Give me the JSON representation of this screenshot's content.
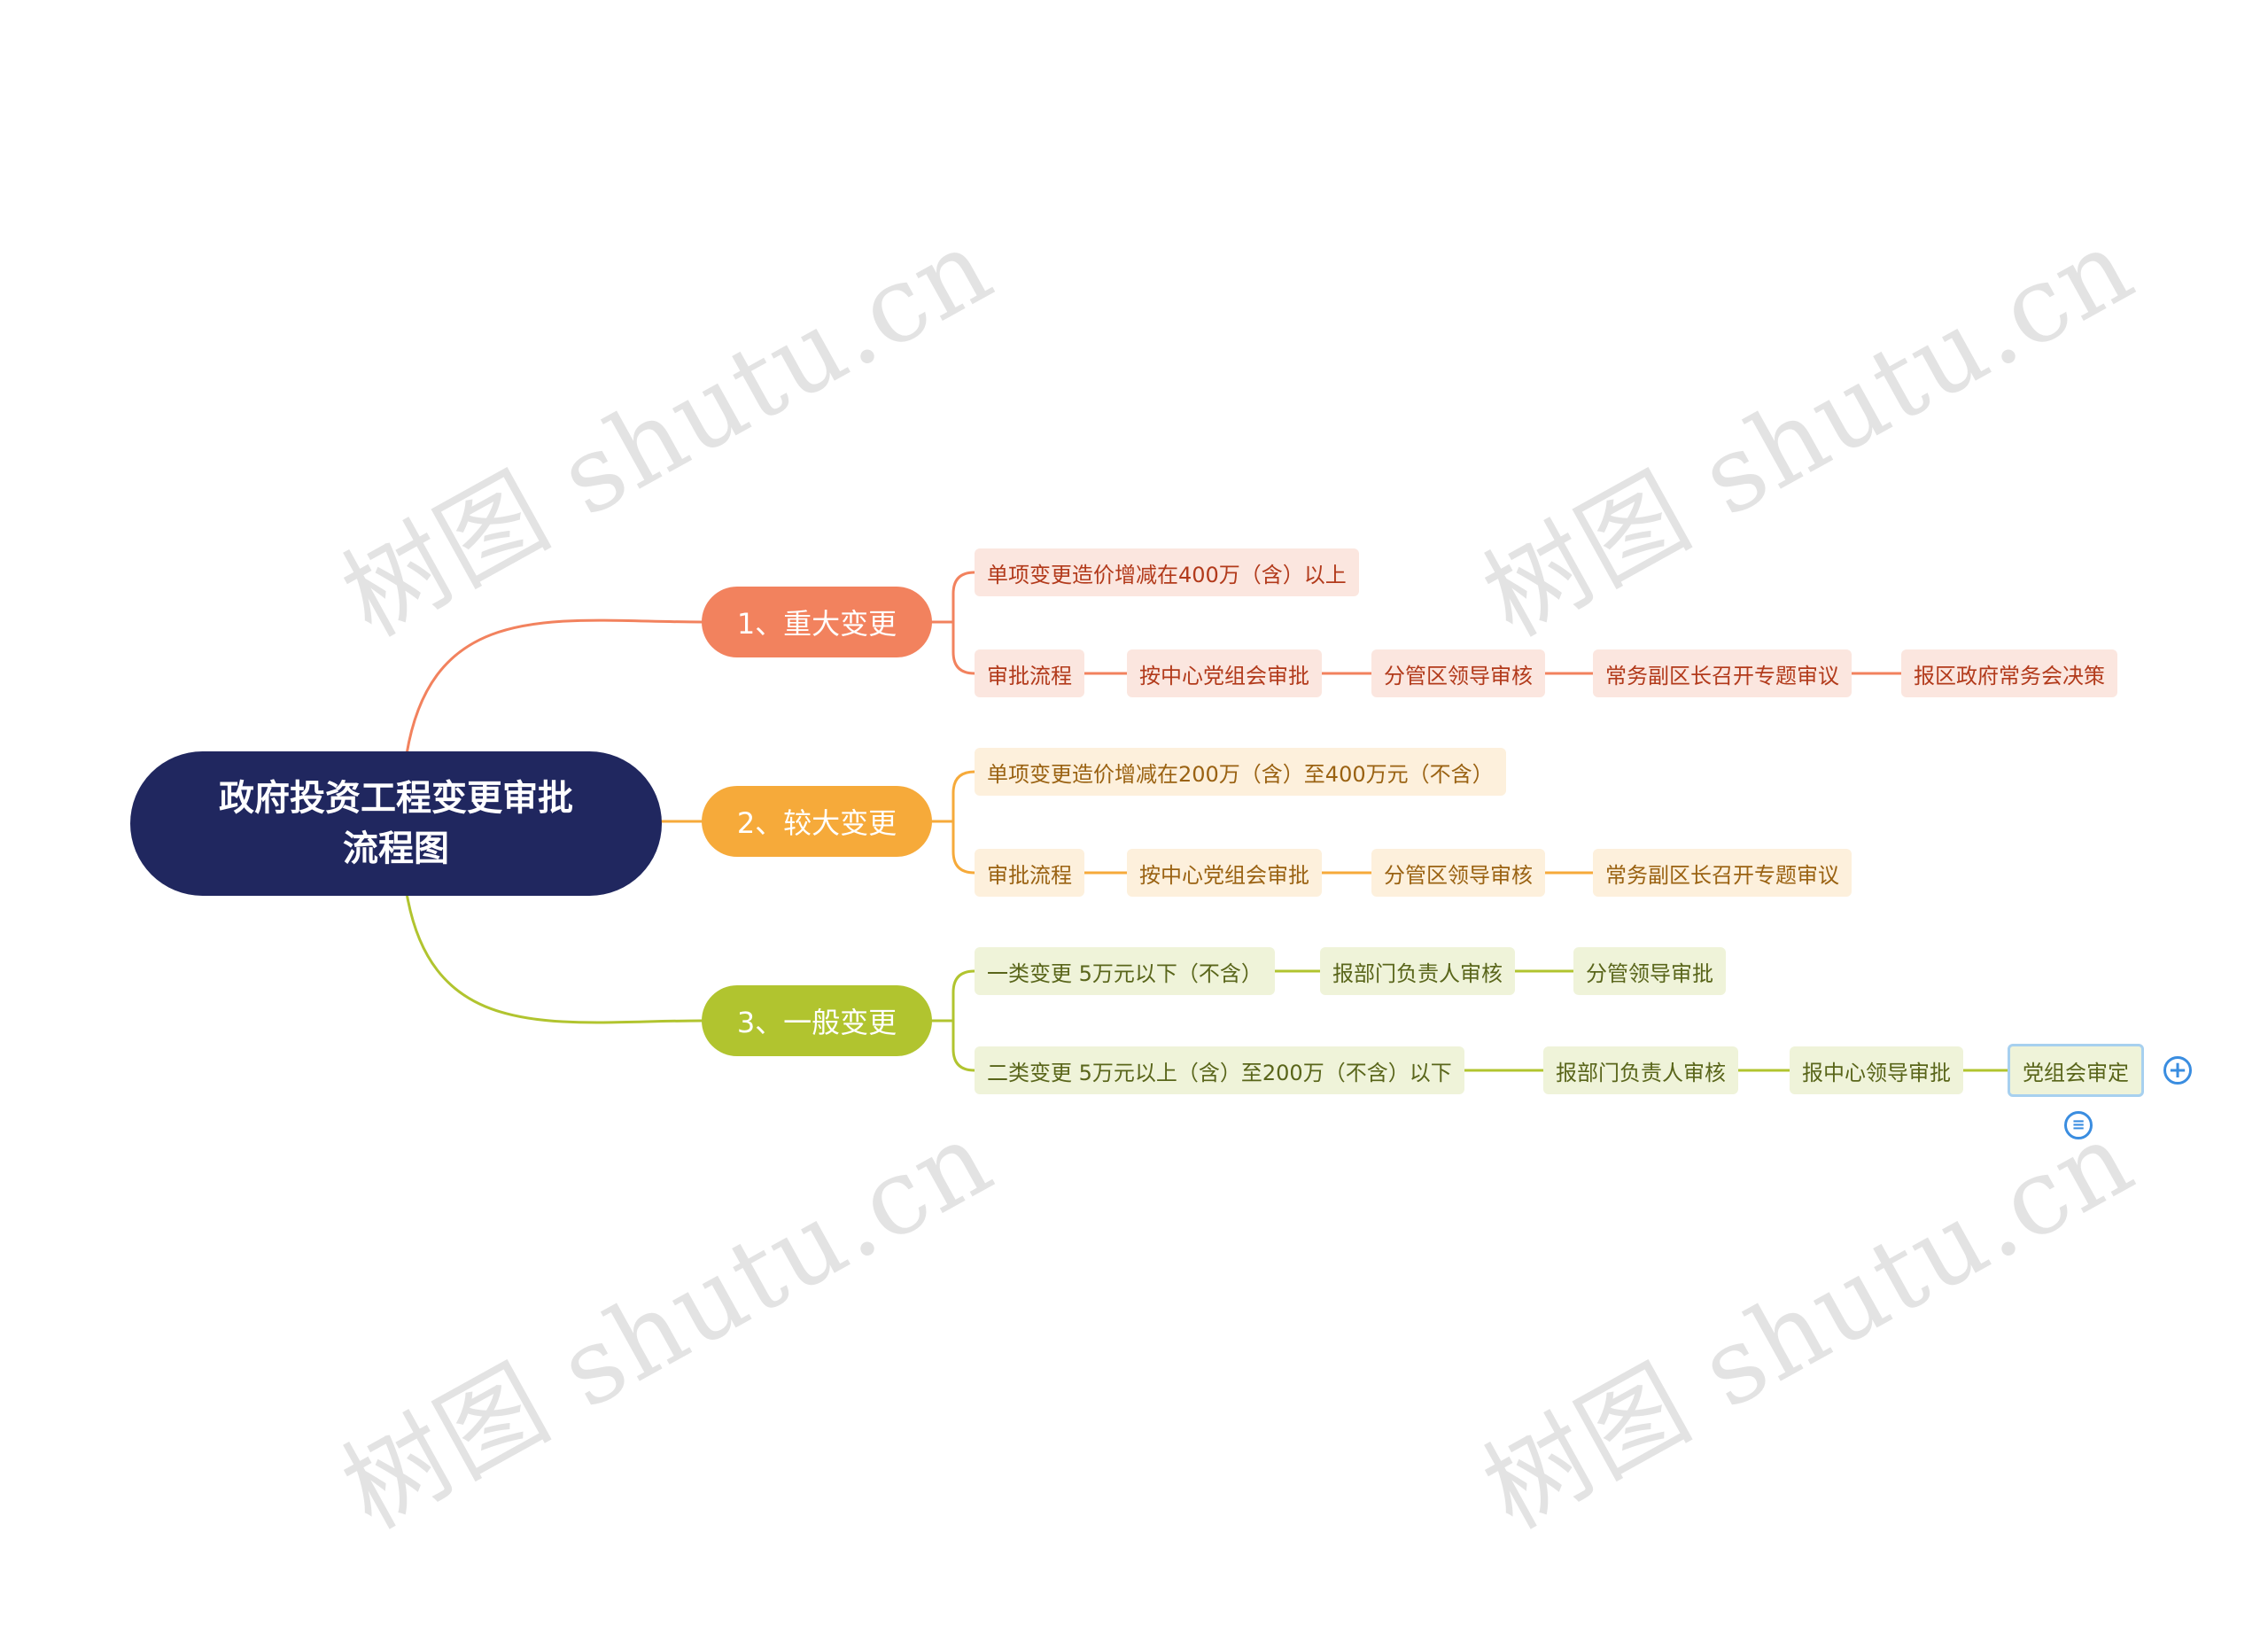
{
  "watermark": "树图 shutu.cn",
  "colors": {
    "root": "#20275f",
    "branch1": "#f2825e",
    "branch2": "#f6aa3a",
    "branch3": "#b1c42f",
    "selection": "#a7d0ef",
    "control": "#3a8de0"
  },
  "root": {
    "line1": "政府投资工程变更审批",
    "line2": "流程图"
  },
  "branches": [
    {
      "label": "1、重大变更",
      "rows": [
        {
          "items": [
            "单项变更造价增减在400万（含）以上"
          ]
        },
        {
          "items": [
            "审批流程",
            "按中心党组会审批",
            "分管区领导审核",
            "常务副区长召开专题审议",
            "报区政府常务会决策"
          ]
        }
      ]
    },
    {
      "label": "2、较大变更",
      "rows": [
        {
          "items": [
            "单项变更造价增减在200万（含）至400万元（不含）"
          ]
        },
        {
          "items": [
            "审批流程",
            "按中心党组会审批",
            "分管区领导审核",
            "常务副区长召开专题审议"
          ]
        }
      ]
    },
    {
      "label": "3、一般变更",
      "rows": [
        {
          "items": [
            "一类变更 5万元以下（不含）",
            "报部门负责人审核",
            "分管领导审批"
          ]
        },
        {
          "items": [
            "二类变更 5万元以上（含）至200万（不含）以下",
            "报部门负责人审核",
            "报中心领导审批",
            "党组会审定"
          ]
        }
      ]
    }
  ],
  "controls": {
    "expand_icon": "plus-circle-icon",
    "note_icon": "note-icon"
  }
}
